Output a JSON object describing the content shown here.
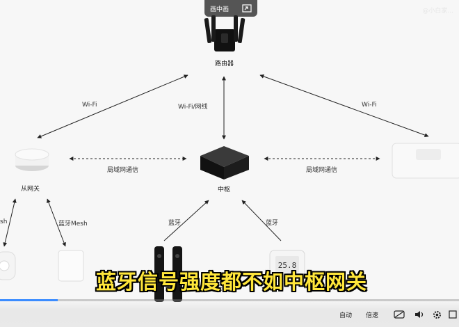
{
  "pip": {
    "label": "画中画"
  },
  "watermark": "@小白家...",
  "nodes": {
    "router": "路由器",
    "hub": "中枢",
    "sub_gateway": "从网关"
  },
  "edges": {
    "wifi_left": "Wi-Fi",
    "wifi_hub": "Wi-Fi/网线",
    "wifi_right": "Wi-Fi",
    "lan_left": "局域网通信",
    "lan_right": "局域网通信",
    "mesh_left": "sh",
    "mesh_right": "蓝牙Mesh",
    "bt_left": "蓝牙",
    "bt_right": "蓝牙"
  },
  "sensor_display": "25.8",
  "subtitle": "蓝牙信号强度都不如中枢网关",
  "controls": {
    "auto": "自动",
    "speed": "倍速",
    "progress": 0.125
  },
  "icons": {
    "pip_exit": "pip-exit-icon",
    "subtitle_toggle": "subtitle-icon",
    "volume": "volume-icon",
    "settings": "gear-icon",
    "fullscreen": "fullscreen-icon"
  },
  "colors": {
    "subtitle": "#ffe63a",
    "progress": "#3b8cff"
  }
}
